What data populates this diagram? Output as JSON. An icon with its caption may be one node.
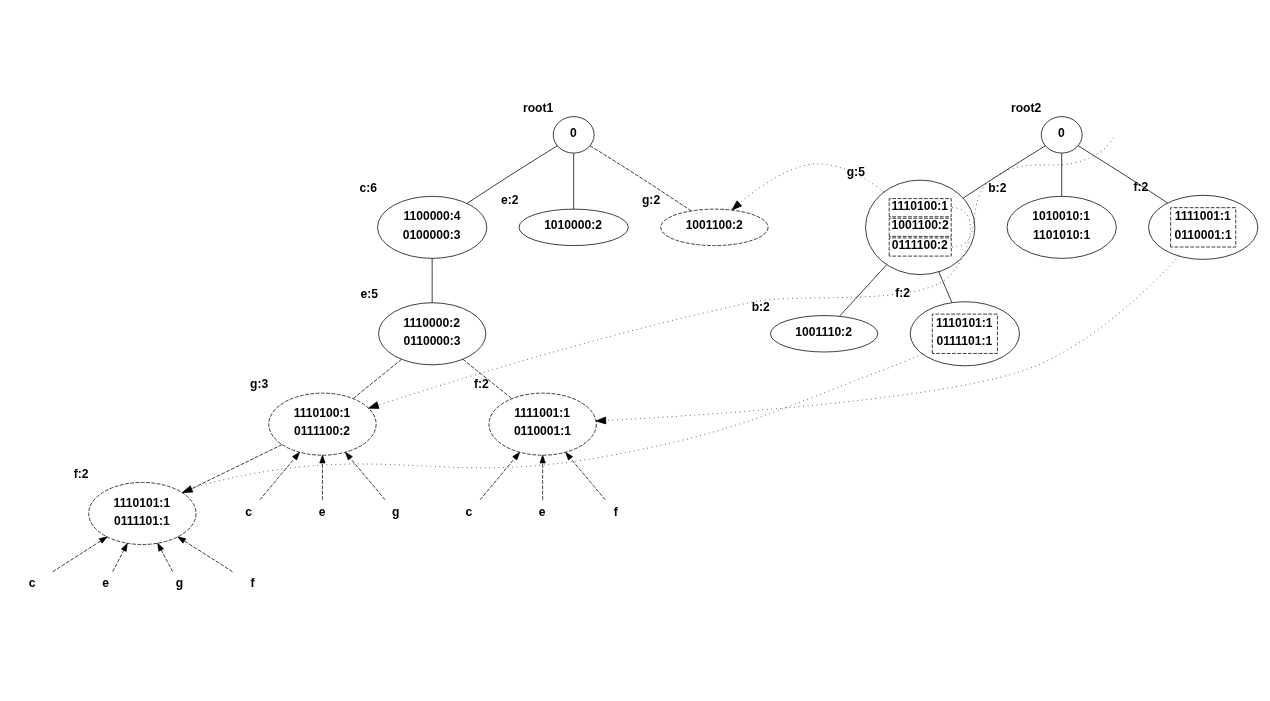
{
  "diagram": {
    "nodes": [
      {
        "text": [
          "0"
        ],
        "beside": [
          "root1"
        ]
      },
      {
        "text": [
          "1100000:4",
          "0100000:3"
        ],
        "beside": [
          "c:6"
        ]
      },
      {
        "text": [
          "1010000:2"
        ],
        "beside": [
          "e:2"
        ]
      },
      {
        "text": [
          "1001100:2"
        ],
        "beside": [
          "g:2"
        ]
      },
      {
        "text": [
          "1110000:2",
          "0110000:3"
        ],
        "beside": [
          "e:5"
        ]
      },
      {
        "text": [
          "1110100:1",
          "0111100:2"
        ],
        "beside": [
          "g:3"
        ]
      },
      {
        "text": [
          "1111001:1",
          "0110001:1"
        ],
        "beside": [
          "f:2"
        ]
      },
      {
        "text": [
          "1110101:1",
          "0111101:1"
        ],
        "beside": [
          "f:2"
        ]
      },
      {
        "text": [
          "0"
        ],
        "beside": [
          "root2"
        ]
      },
      {
        "text": [
          "1110100:1",
          "1001100:2",
          "0111100:2"
        ],
        "beside": [
          "g:5"
        ]
      },
      {
        "text": [
          "1001110:2"
        ],
        "beside": [
          "b:2"
        ]
      },
      {
        "text": [
          "1110101:1",
          "0111101:1"
        ],
        "beside": [
          "f:2"
        ]
      },
      {
        "text": [
          "1010010:1",
          "1101010:1"
        ],
        "beside": [
          "b:2"
        ]
      },
      {
        "text": [
          "1111001:1",
          "0110001:1"
        ],
        "beside": [
          "f:2"
        ]
      },
      {
        "text": [
          "c"
        ]
      },
      {
        "text": [
          "e"
        ]
      },
      {
        "text": [
          "g"
        ]
      },
      {
        "text": [
          "c"
        ]
      },
      {
        "text": [
          "e"
        ]
      },
      {
        "text": [
          "f"
        ]
      },
      {
        "text": [
          "c"
        ]
      },
      {
        "text": [
          "e"
        ]
      },
      {
        "text": [
          "g"
        ]
      },
      {
        "text": [
          "f"
        ]
      }
    ],
    "edges": [
      {
        "from": 0,
        "to": 1,
        "arrow": "none"
      },
      {
        "from": 0,
        "to": 2,
        "arrow": "none"
      },
      {
        "from": 0,
        "to": 3,
        "arrow": "none",
        "style": "dashed"
      },
      {
        "from": 1,
        "to": 4,
        "arrow": "none"
      },
      {
        "from": 4,
        "to": 5,
        "arrow": "none",
        "style": "dashed"
      },
      {
        "from": 4,
        "to": 6,
        "arrow": "none",
        "style": "dashed"
      },
      {
        "from": 5,
        "to": 7,
        "arrow": "none",
        "style": "dashed"
      },
      {
        "from": 8,
        "to": 9,
        "arrow": "none"
      },
      {
        "from": 8,
        "to": 12,
        "arrow": "none"
      },
      {
        "from": 8,
        "to": 13,
        "arrow": "none"
      },
      {
        "from": 9,
        "to": 10,
        "arrow": "none"
      },
      {
        "from": 9,
        "to": 11,
        "arrow": "none"
      },
      {
        "from": 9,
        "to": 3,
        "arrow": "to",
        "style": "dashed"
      },
      {
        "from": 9,
        "to": 5,
        "arrow": "to",
        "style": "dashed"
      },
      {
        "from": 13,
        "to": 6,
        "arrow": "to",
        "style": "dashed"
      },
      {
        "from": 11,
        "to": 7,
        "arrow": "to",
        "style": "dashed"
      },
      {
        "from": 9,
        "to": null,
        "arrow": "none",
        "style": "dashed"
      },
      {
        "from": 14,
        "to": 5,
        "arrow": "to",
        "style": "dashed"
      },
      {
        "from": 15,
        "to": 5,
        "arrow": "to",
        "style": "dashed"
      },
      {
        "from": 16,
        "to": 5,
        "arrow": "to",
        "style": "dashed"
      },
      {
        "from": 17,
        "to": 6,
        "arrow": "to",
        "style": "dashed"
      },
      {
        "from": 18,
        "to": 6,
        "arrow": "to",
        "style": "dashed"
      },
      {
        "from": 19,
        "to": 6,
        "arrow": "to",
        "style": "dashed"
      },
      {
        "from": 20,
        "to": 7,
        "arrow": "to",
        "style": "dashed"
      },
      {
        "from": 21,
        "to": 7,
        "arrow": "to",
        "style": "dashed"
      },
      {
        "from": 22,
        "to": 7,
        "arrow": "to",
        "style": "dashed"
      },
      {
        "from": 23,
        "to": 7,
        "arrow": "to",
        "style": "dashed"
      }
    ]
  }
}
